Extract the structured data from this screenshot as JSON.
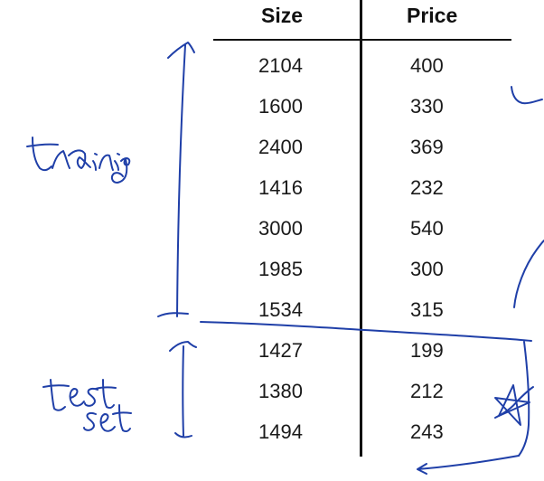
{
  "table": {
    "headers": {
      "size": "Size",
      "price": "Price"
    },
    "rows": [
      {
        "size": "2104",
        "price": "400"
      },
      {
        "size": "1600",
        "price": "330"
      },
      {
        "size": "2400",
        "price": "369"
      },
      {
        "size": "1416",
        "price": "232"
      },
      {
        "size": "3000",
        "price": "540"
      },
      {
        "size": "1985",
        "price": "300"
      },
      {
        "size": "1534",
        "price": "315"
      },
      {
        "size": "1427",
        "price": "199"
      },
      {
        "size": "1380",
        "price": "212"
      },
      {
        "size": "1494",
        "price": "243"
      }
    ]
  },
  "annotations": {
    "training_label": "training",
    "test_label_line1": "test",
    "test_label_line2": "set",
    "ink_color": "#1f3fa8"
  }
}
